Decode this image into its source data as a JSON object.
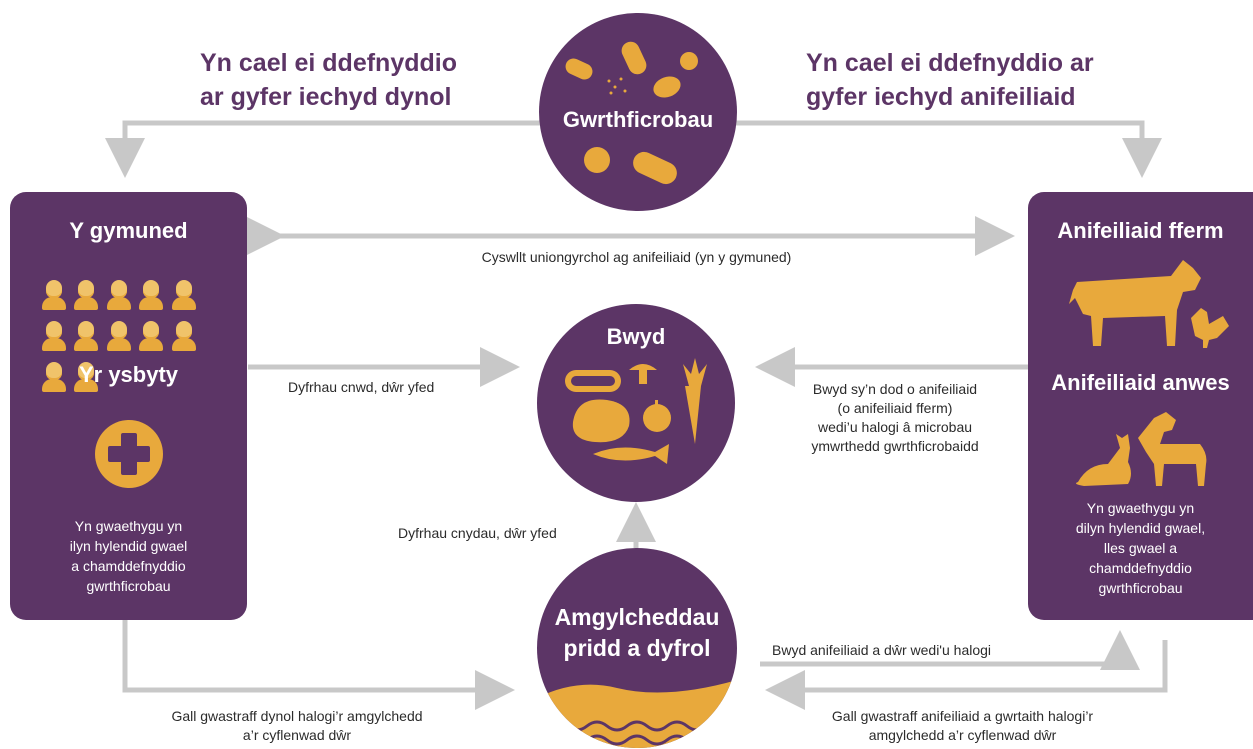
{
  "colors": {
    "purple": "#5c3566",
    "gold": "#e8a93c",
    "arrow": "#c8c8c8"
  },
  "headings": {
    "human_use": "Yn cael ei ddefnyddio\nar gyfer iechyd dynol",
    "animal_use": "Yn cael ei ddefnyddio ar\ngyfer iechyd anifeiliaid"
  },
  "nodes": {
    "antimicrobials": {
      "title": "Gwrthficrobau",
      "icons": [
        "capsule-icon",
        "pill-icon",
        "tablet-icon",
        "plaster-icon"
      ]
    },
    "community": {
      "title": "Y gymuned",
      "subtitle": "Yr ysbyty",
      "note": "Yn gwaethygu yn\nilyn hylendid gwael\na chamddefnyddio\ngwrthficrobau",
      "icons": [
        "people-icon",
        "hospital-cross-icon"
      ]
    },
    "food": {
      "title": "Bwyd",
      "icons": [
        "hotdog-icon",
        "mushroom-icon",
        "carrot-icon",
        "chicken-icon",
        "apple-icon",
        "fish-icon"
      ]
    },
    "animals": {
      "title": "Anifeiliaid fferm",
      "subtitle": "Anifeiliaid anwes",
      "note": "Yn gwaethygu yn\ndilyn hylendid gwael,\nlles gwael a\nchamddefnyddio\ngwrthficrobau",
      "icons": [
        "cow-icon",
        "hen-icon",
        "cat-icon",
        "dog-icon"
      ]
    },
    "environment": {
      "title": "Amgylcheddau\npridd a dyfrol",
      "icons": [
        "hills-icon",
        "water-waves-icon"
      ]
    }
  },
  "links": {
    "direct_contact": "Cyswllt uniongyrchol ag anifeiliaid (yn y gymuned)",
    "community_to_food": "Dyfrhau cnwd, dŵr yfed",
    "animals_to_food": "Bwyd sy’n dod o anifeiliaid\n(o anifeiliaid fferm)\nwedi’u halogi â microbau\nymwrthedd gwrthficrobaidd",
    "environment_to_food": "Dyfrhau cnydau, dŵr yfed",
    "environment_to_animals": "Bwyd anifeiliaid a dŵr wedi'u halogi",
    "community_to_environment": "Gall gwastraff dynol halogi’r amgylchedd\na’r cyflenwad dŵr",
    "animals_to_environment": "Gall gwastraff anifeiliaid a gwrtaith halogi’r\namgylchedd a’r cyflenwad dŵr"
  }
}
